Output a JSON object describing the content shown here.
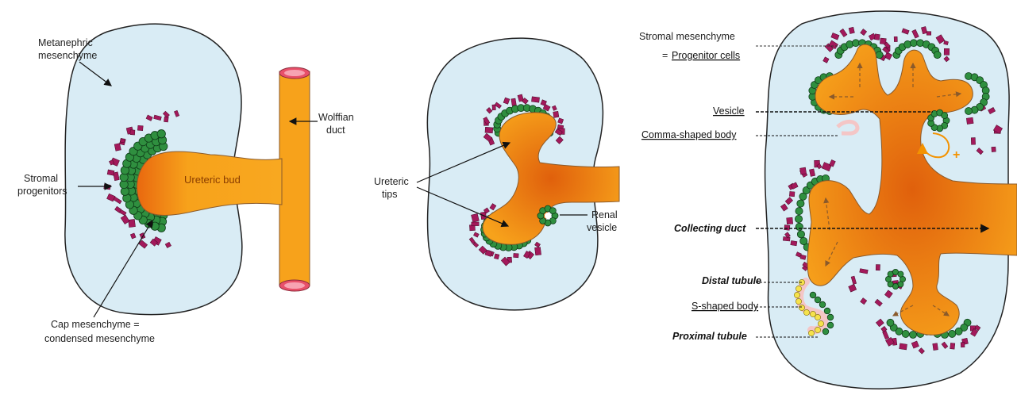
{
  "colors": {
    "mesenchyme_fill": "#d9ecf5",
    "mesenchyme_stroke": "#222222",
    "bud_orange": "#f7a21b",
    "bud_dark": "#e4740d",
    "cap_green": "#1e6b2e",
    "cap_green_light": "#2f8f3f",
    "stroma_purple": "#a3195b",
    "duct_end": "#e8506a",
    "s_body_pink": "#f4c6c6",
    "s_body_yellow": "#f6e24b",
    "plus_orange": "#f39200"
  },
  "panel1": {
    "metanephric": [
      "Metanephric",
      "mesenchyme"
    ],
    "wolffian": [
      "Wolffian",
      "duct"
    ],
    "stromal_progenitors": [
      "Stromal",
      "progenitors"
    ],
    "ureteric_bud": "Ureteric bud",
    "cap_mesenchyme": [
      "Cap mesenchyme =",
      "condensed mesenchyme"
    ]
  },
  "panel2": {
    "ureteric_tips": [
      "Ureteric",
      "tips"
    ],
    "renal_vesicle": [
      "Renal",
      "vesicle"
    ]
  },
  "panel3": {
    "stromal_mesenchyme": "Stromal mesenchyme",
    "progenitor_prefix": "= ",
    "progenitor_cells": "Progenitor cells",
    "vesicle": "Vesicle",
    "comma_body": "Comma-shaped body",
    "collecting_duct": "Collecting duct",
    "distal_tubule": "Distal   tubule",
    "s_shaped_body": "S-shaped body",
    "proximal_tubule": "Proximal tubule",
    "plus": "+"
  }
}
